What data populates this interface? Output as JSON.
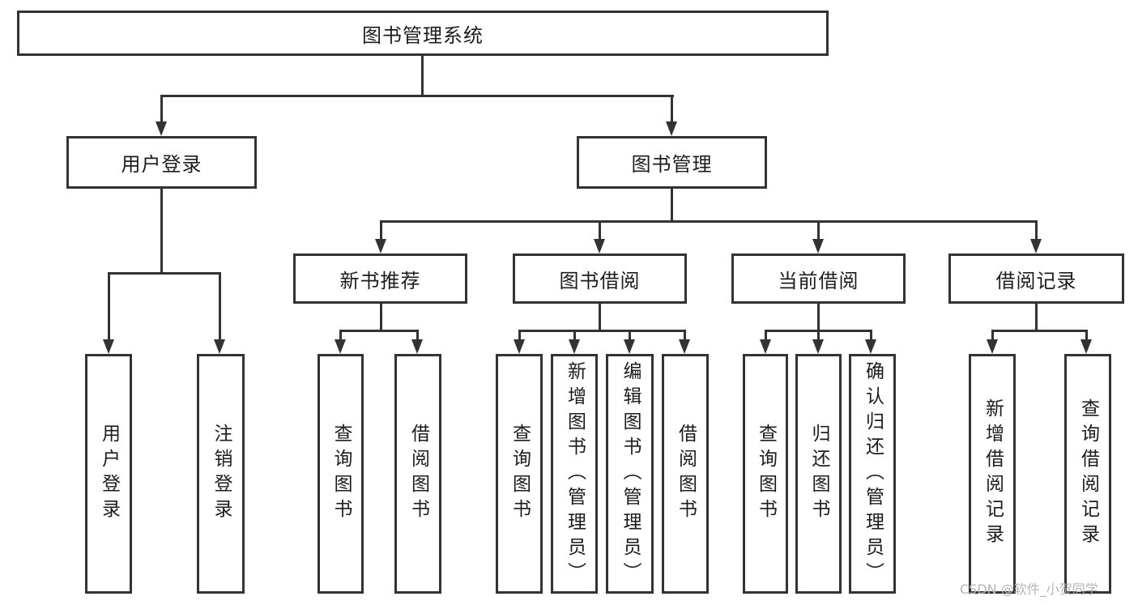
{
  "diagram": {
    "title": "图书管理系统",
    "root": "图书管理系统",
    "level2": [
      "用户登录",
      "图书管理"
    ],
    "level3": [
      "新书推荐",
      "图书借阅",
      "当前借阅",
      "借阅记录"
    ],
    "leaves_user_login": [
      "用户登录",
      "注销登录"
    ],
    "leaves_new_books": [
      "查询图书",
      "借阅图书"
    ],
    "leaves_book_borrow": [
      "查询图书",
      "新增图书（管理员）",
      "编辑图书（管理员）",
      "借阅图书"
    ],
    "leaves_current_borrow": [
      "查询图书",
      "归还图书",
      "确认归还（管理员）"
    ],
    "leaves_borrow_records": [
      "新增借阅记录",
      "查询借阅记录"
    ]
  },
  "watermark": "CSDN @软件_小贺同学",
  "colors": {
    "line": "#333333",
    "text": "#1c1c1c",
    "background": "#ffffff",
    "watermark": "#b5b5b5"
  }
}
